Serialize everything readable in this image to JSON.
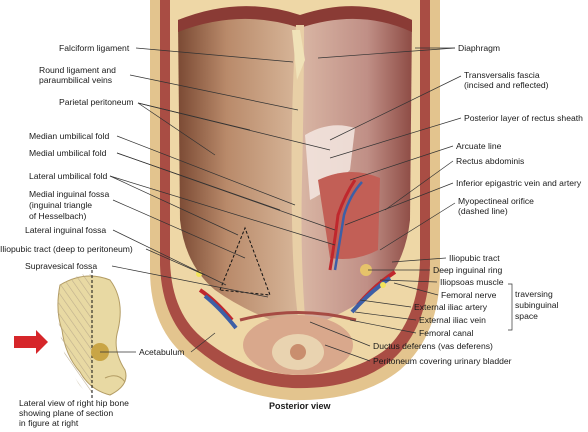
{
  "labels_left": {
    "falciform": "Falciform ligament",
    "round_ligament": "Round ligament and",
    "paraumbilical": "paraumbilical veins",
    "parietal_peritoneum": "Parietal peritoneum",
    "median_umbilical": "Median umbilical fold",
    "medial_umbilical": "Medial umbilical fold",
    "lateral_umbilical": "Lateral umbilical fold",
    "medial_inguinal_1": "Medial inguinal fossa",
    "medial_inguinal_2": "(inguinal triangle",
    "medial_inguinal_3": "of Hesselbach)",
    "lateral_inguinal": "Lateral inguinal fossa",
    "iliopubic_tract_deep": "Iliopubic tract (deep to peritoneum)",
    "supravesical": "Supravesical fossa",
    "acetabulum": "Acetabulum"
  },
  "labels_right": {
    "diaphragm": "Diaphragm",
    "transversalis_1": "Transversalis fascia",
    "transversalis_2": "(incised and reflected)",
    "posterior_layer": "Posterior layer of rectus sheath",
    "arcuate": "Arcuate line",
    "rectus": "Rectus abdominis",
    "inferior_epigastric": "Inferior epigastric vein and artery",
    "myopectineal_1": "Myopectineal orifice",
    "myopectineal_2": "(dashed line)",
    "iliopubic_tract": "Iliopubic tract",
    "deep_ring": "Deep inguinal ring",
    "iliopsoas": "Iliopsoas muscle",
    "femoral_nerve": "Femoral nerve",
    "external_iliac_artery": "External iliac artery",
    "external_iliac_vein": "External iliac vein",
    "femoral_canal": "Femoral canal",
    "traversing_1": "traversing",
    "traversing_2": "subinguinal",
    "traversing_3": "space",
    "ductus_deferens": "Ductus deferens (vas deferens)",
    "peritoneum_bladder": "Peritoneum covering urinary bladder"
  },
  "inset": {
    "caption_1": "Lateral view of right hip bone",
    "caption_2": "showing plane of section",
    "caption_3": "in figure at right"
  },
  "view_title": "Posterior view",
  "colors": {
    "muscle": "#b8574f",
    "peritoneum": "#c9a58a",
    "bone": "#e8d9a3",
    "fat": "#e9c98f",
    "artery": "#c0272d",
    "vein": "#3d5fa6",
    "arrow": "#d6262a",
    "leader": "#333333"
  }
}
